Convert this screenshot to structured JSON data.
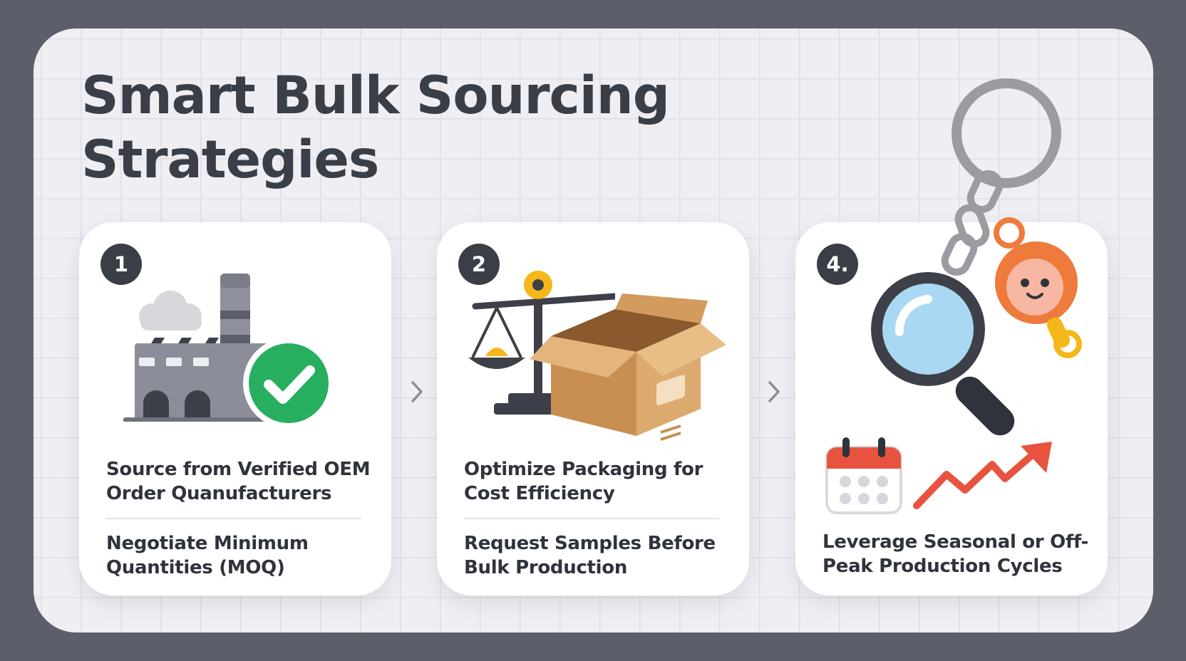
{
  "title": {
    "line1": "Smart Bulk Sourcing",
    "line2": "Strategies"
  },
  "cards": [
    {
      "badge": "1",
      "primary": "Source from Verified OEM Order Quanufacturers",
      "secondary": "Negotiate Minimum Quantities (MOQ)",
      "icons": [
        "factory-icon",
        "checkmark-icon"
      ]
    },
    {
      "badge": "2",
      "primary": "Optimize Packaging for Cost Efficiency",
      "secondary": "Request Samples Before Bulk Production",
      "icons": [
        "scale-icon",
        "box-icon"
      ]
    },
    {
      "badge": "4.",
      "primary": "Leverage Seasonal or Off-Peak Production Cycles",
      "icons": [
        "keychain-icon",
        "magnifier-icon",
        "calendar-icon",
        "trend-arrow-icon"
      ]
    }
  ],
  "colors": {
    "background": "#5a5f69",
    "panel": "#eeeef3",
    "text": "#2f333b",
    "badge": "#3a3e47",
    "check_green": "#27ae60",
    "box_tan": "#d9a66b",
    "trend_red": "#e8533f",
    "keychain_orange": "#ee7a3c"
  }
}
